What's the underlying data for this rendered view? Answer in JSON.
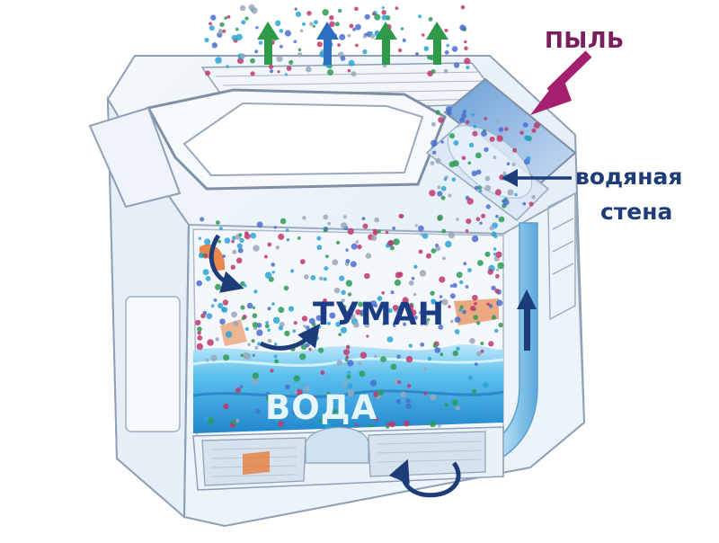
{
  "labels": {
    "dust": "ПЫЛЬ",
    "water_wall_line1": "водяная",
    "water_wall_line2": "стена",
    "mist": "ТУМАН",
    "water": "ВОДА"
  },
  "colors": {
    "outline": "#8fa0b6",
    "body_tint": "#eaf2fa",
    "water_dark": "#2a8fd0",
    "water_light": "#7fd0f5",
    "arrow_navy": "#1d3c78",
    "arrow_green": "#2f9a4a",
    "arrow_blue": "#2a6fc0",
    "dust_arrow": "#a4206e",
    "flow_orange": "#e8742f",
    "particles": [
      "#2aa5d8",
      "#c2376b",
      "#2e9b55",
      "#4a6ed0",
      "#9aa8b8"
    ]
  }
}
